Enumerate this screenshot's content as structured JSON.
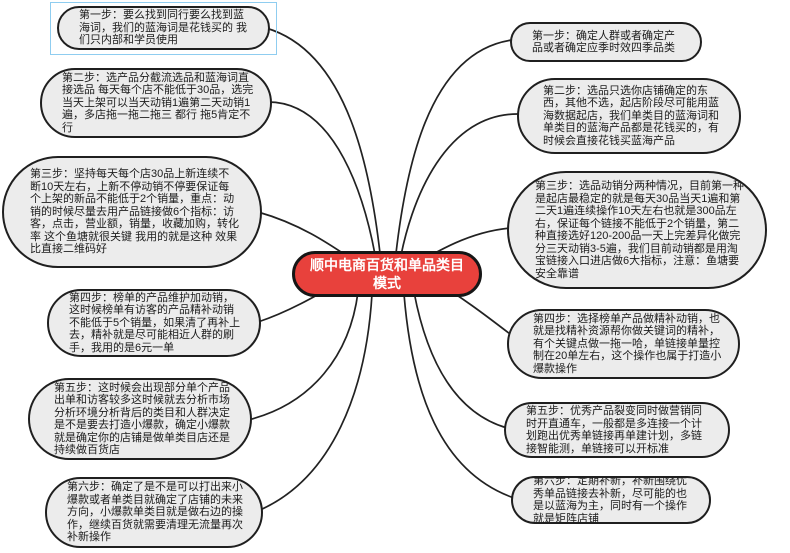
{
  "diagram": {
    "center": {
      "label": "顺中电商百货和单品类目模式"
    },
    "left_steps": [
      {
        "text": "第一步：要么找到同行要么找到蓝海词，我们的蓝海词是花钱买的 我们只内部和学员使用",
        "selected": true
      },
      {
        "text": "第二步：选产品分截流选品和蓝海词直接选品 每天每个店不能低于30品，选完当天上架可以当天动销1遍第二天动销1遍，多店拖一拖二拖三 都行 拖5肯定不行",
        "selected": false
      },
      {
        "text": "第三步：坚持每天每个店30品上新连续不断10天左右，上新不停动销不停要保证每个上架的新品不能低于2个销量，重点：动销的时候尽量去用产品链接做6个指标：访客，点击，营业额，销量，收藏加购，转化率 这个鱼塘就很关键 我用的就是这种 效果比直接二维码好",
        "selected": false
      },
      {
        "text": "第四步：榜单的产品维护加动销，这时候榜单有访客的产品精补动销不能低于5个销量，如果清了再补上去，精补就是尽可能相近人群的刷手，我用的是6元一单",
        "selected": false
      },
      {
        "text": "第五步：这时候会出现部分单个产品出单和访客较多这时候就去分析市场分析环境分析背后的类目和人群决定是不是要去打造小爆款，确定小爆款就是确定你的店铺是做单类目店还是持续做百货店",
        "selected": false
      },
      {
        "text": "第六步：确定了是不是可以打出来小爆款或者单类目就确定了店铺的未来方向，小爆款单类目就是做右边的操作，继续百货就需要清理无流量再次补新操作",
        "selected": false
      }
    ],
    "right_steps": [
      {
        "text": "第一步：确定人群或者确定产品或者确定应季时效四季品类",
        "selected": false
      },
      {
        "text": "第二步：选品只选你店铺确定的东西，其他不选，起店阶段尽可能用蓝海数据起店，我们单类目的蓝海词和单类目的蓝海产品都是花钱买的，有时候会直接花钱买蓝海产品",
        "selected": false
      },
      {
        "text": "第三步：选品动销分两种情况，目前第一种是起店最稳定的就是每天30品当天1遍和第二天1遍连续操作10天左右也就是300品左右，保证每个链接不能低于2个销量，第二种直接选好120-200品一天上完差异化做完分三天动销3-5遍，我们目前动销都是用淘宝链接入口进店做6大指标，注意：鱼塘要安全靠谱",
        "selected": false
      },
      {
        "text": "第四步：选择榜单产品做精补动销，也就是找精补资源帮你做关键词的精补，有个关键点做一拖一哈，单链接单量控制在20单左右，这个操作也属于打造小爆款操作",
        "selected": false
      },
      {
        "text": "第五步：优秀产品裂变同时做营销同时开直通车，一般都是多连接一个计划跑出优秀单链接再单建计划，多链接智能测，单链接可以开标准",
        "selected": false
      },
      {
        "text": "第六步：定期补新，补新围绕优秀单品链接去补新，尽可能的也是以蓝海为主，同时有一个操作就是矩阵店铺",
        "selected": false
      }
    ],
    "colors": {
      "center_fill": "#e8413c",
      "center_text": "#ffffff",
      "node_fill": "#ececec",
      "node_border": "#1f1f1f",
      "connector": "#222222",
      "selection": "#8fcdf0"
    }
  }
}
